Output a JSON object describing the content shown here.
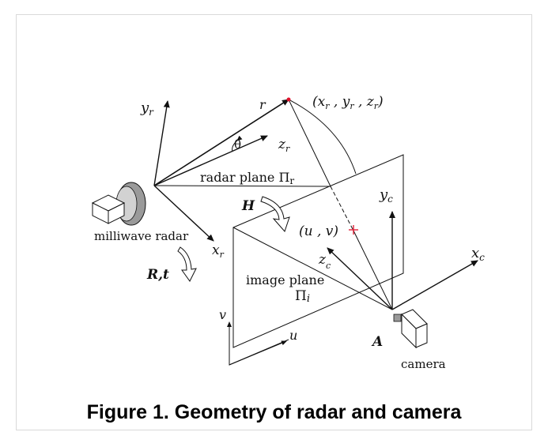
{
  "labels": {
    "yr": "y",
    "yr_sub": "r",
    "r": "r",
    "point_r": "(x",
    "point_r_sub1": "r",
    "point_r_mid1": " , y",
    "point_r_sub2": "r",
    "point_r_mid2": " , z",
    "point_r_sub3": "r",
    "point_r_end": ")",
    "theta": "θ",
    "zr": "z",
    "zr_sub": "r",
    "radar_plane": "radar plane Π",
    "radar_plane_sub": "r",
    "H": "H",
    "uv": "(u , v)",
    "yc": "y",
    "yc_sub": "c",
    "xc": "x",
    "xc_sub": "c",
    "zc": "z",
    "zc_sub": "c",
    "milliwave_radar": "milliwave radar",
    "xr": "x",
    "xr_sub": "r",
    "Rt": "R,t",
    "image_plane": "image plane",
    "image_plane_pi": "Π",
    "image_plane_pi_sub": "i",
    "v": "v",
    "u": "u",
    "A": "A",
    "camera": "camera"
  },
  "caption": "Figure 1. Geometry of radar and camera",
  "colors": {
    "ink": "#111111",
    "point": "#e0102a",
    "device": "#9a9a9a"
  }
}
